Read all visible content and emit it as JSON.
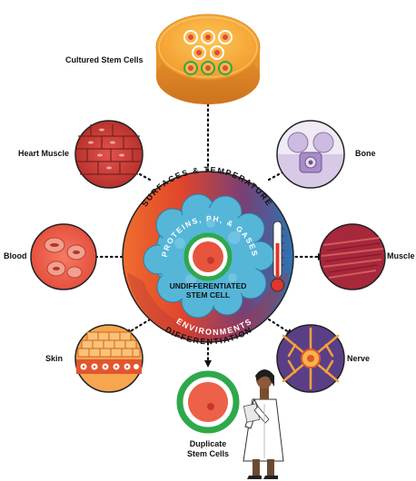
{
  "labels": {
    "cultured": "Cultured Stem Cells",
    "heart": "Heart Muscle",
    "bone": "Bone",
    "blood": "Blood",
    "muscle": "Muscle",
    "skin": "Skin",
    "nerve": "Nerve",
    "duplicate_line1": "Duplicate",
    "duplicate_line2": "Stem Cells"
  },
  "center": {
    "surfaces": "SURFACES & TEMPERATURE",
    "proteins": "PROTEINS, PH, & GASES",
    "undiff_line1": "UNDIFFERENTIATED",
    "undiff_line2": "STEM CELL",
    "environments": "ENVIRONMENTS",
    "differentiation": "DIFFERENTIATION"
  },
  "colors": {
    "orange": "#ee6a2e",
    "red": "#d8392a",
    "purple": "#5a3f7a",
    "blue": "#2f79b5",
    "cloud": "#4fb3d6",
    "dish": "#f6a533",
    "green": "#2fa84a"
  }
}
